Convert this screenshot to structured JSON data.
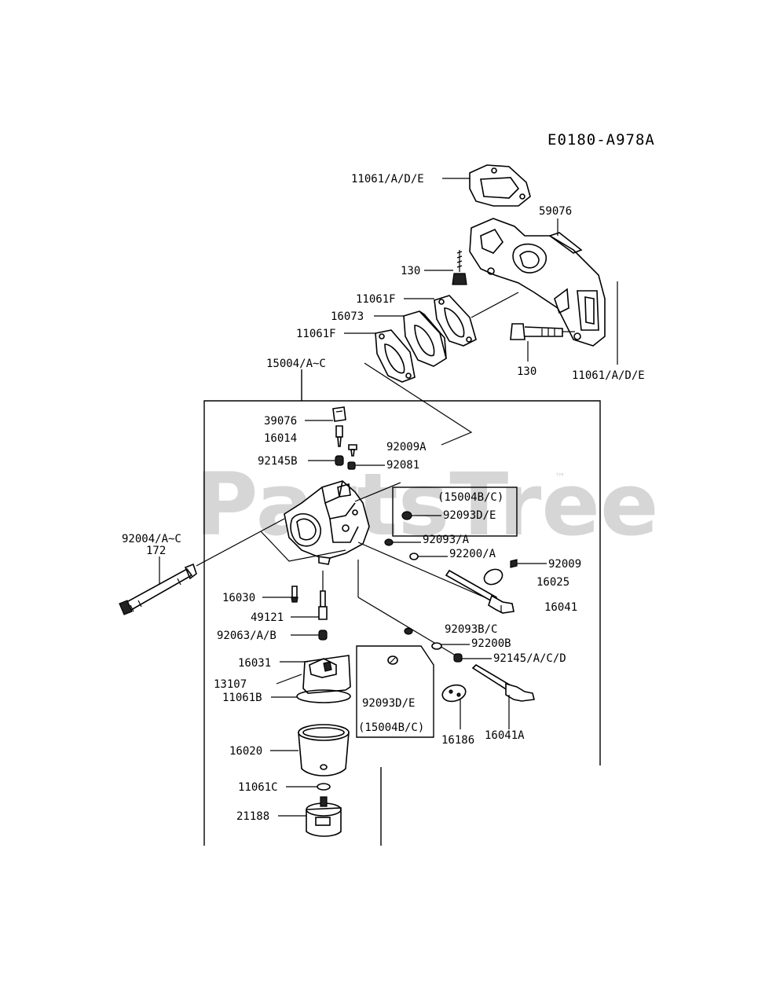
{
  "diagram": {
    "code": "E0180-A978A",
    "watermark": "PartsTree",
    "trademark": "™",
    "labels": {
      "gasket_top": "11061/A/D/E",
      "manifold": "59076",
      "bolt_short": "130",
      "gasket_f1": "11061F",
      "insulator": "16073",
      "gasket_f2": "11061F",
      "bolt_long": "130",
      "gasket_right": "11061/A/D/E",
      "carb_assy": "15004/A~C",
      "cap": "39076",
      "pilot_jet": "16014",
      "spring_b": "92145B",
      "screw_a": "92009A",
      "plug": "92081",
      "box1_title": "(15004B/C)",
      "box1_part": "92093D/E",
      "seal_a": "92093/A",
      "washer_a": "92200/A",
      "stud_upper": "92004/A~C",
      "stud_lower": "172",
      "screw": "92009",
      "valve_throttle": "16025",
      "shaft_throttle": "16041",
      "jet_main_holder": "16030",
      "nozzle": "49121",
      "jet_main": "92063/A/B",
      "seal_bc": "92093B/C",
      "washer_b": "92200B",
      "spring_acd": "92145/A/C/D",
      "float": "16031",
      "float_pin": "13107",
      "gasket_bowl": "11061B",
      "bowl": "16020",
      "gasket_c": "11061C",
      "solenoid": "21188",
      "box2_part": "92093D/E",
      "box2_title": "(15004B/C)",
      "choke_valve": "16186",
      "choke_shaft": "16041A"
    }
  }
}
